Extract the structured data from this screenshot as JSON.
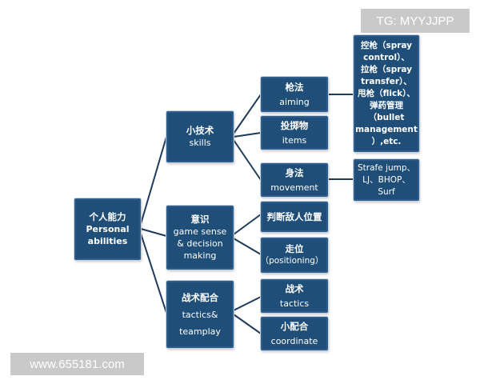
{
  "watermarks": {
    "tg": "TG: MYYJJPP",
    "url": "www.655181.com"
  },
  "root": {
    "cn": "个人能力",
    "en1": "Personal",
    "en2": "abilities"
  },
  "level1": {
    "skills": {
      "cn": "小技术",
      "en": "skills"
    },
    "game_sense": {
      "cn": "意识",
      "en1": "game sense",
      "en2": "& decision",
      "en3": "making"
    },
    "tactics": {
      "cn": "战术配合",
      "en1": "tactics&",
      "en2": "teamplay"
    }
  },
  "level2": {
    "aiming": {
      "cn": "枪法",
      "en": "aiming"
    },
    "items": {
      "cn": "投掷物",
      "en": "items"
    },
    "movement": {
      "cn": "身法",
      "en": "movement"
    },
    "enemy_position": {
      "cn": "判断敌人位置"
    },
    "positioning": {
      "cn": "走位",
      "en": "（positioning）"
    },
    "tactics_sub": {
      "cn": "战术",
      "en": "tactics"
    },
    "coordinate": {
      "cn": "小配合",
      "en": "coordinate"
    }
  },
  "level3": {
    "aiming_detail": [
      "控枪（spray",
      "control）、",
      "拉枪（spray",
      "transfer）、",
      "甩枪（flick）、",
      "弹药管理",
      "（bullet",
      "management",
      "）,etc."
    ],
    "movement_detail": [
      "Strafe jump、",
      "LJ、BHOP、",
      "Surf"
    ]
  }
}
